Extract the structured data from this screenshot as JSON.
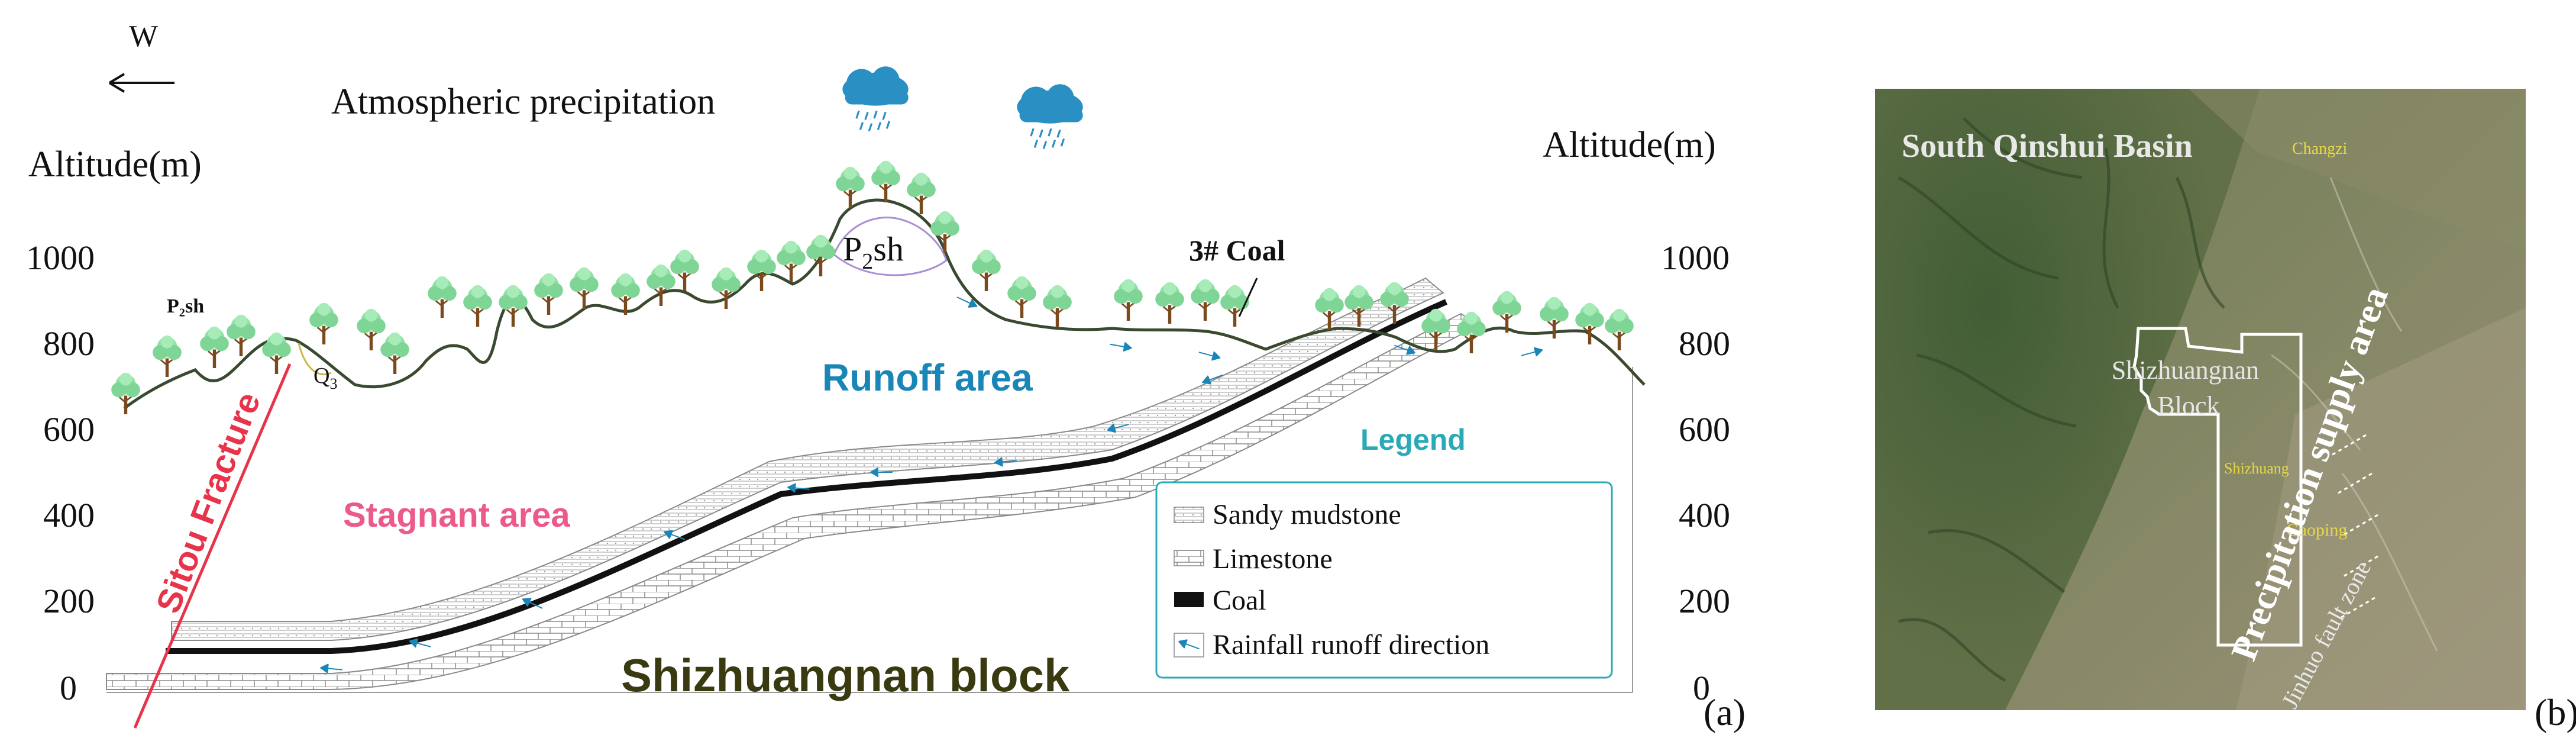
{
  "panel_a": {
    "direction_label": "W",
    "precipitation_label": "Atmospheric precipitation",
    "left_axis_title": "Altitude(m)",
    "right_axis_title": "Altitude(m)",
    "ticks": [
      "1000",
      "800",
      "600",
      "400",
      "200",
      "0"
    ],
    "strata_label_left": "P₂sh",
    "strata_label_peak_main": "P",
    "strata_label_peak_sub": "2",
    "strata_label_peak_tail": "sh",
    "quaternary_label_main": "Q",
    "quaternary_label_sub": "3",
    "coal_label": "3# Coal",
    "runoff_area_label": "Runoff area",
    "stagnant_area_label": "Stagnant area",
    "fracture_label": "Sitou Fracture",
    "block_label": "Shizhuangnan block",
    "legend": {
      "title": "Legend",
      "items": [
        {
          "label": "Sandy mudstone",
          "icon": "sandy-mudstone-swatch"
        },
        {
          "label": "Limestone",
          "icon": "limestone-swatch"
        },
        {
          "label": "Coal",
          "icon": "coal-swatch"
        },
        {
          "label": "Rainfall runoff direction",
          "icon": "runoff-arrow-icon"
        }
      ]
    },
    "panel_tag": "(a)",
    "colors": {
      "runoff_blue": "#1a86b8",
      "stagnant_pink": "#ec5a8a",
      "fracture_red": "#e8344a",
      "block_green": "#3a3a10",
      "tree_green": "#7ed99a",
      "legend_border": "#2aa9b8"
    }
  },
  "panel_b": {
    "basin_label": "South Qinshui Basin",
    "town_changzi": "Changzi",
    "block_label_line1": "Shizhuangnan",
    "block_label_line2": "Block",
    "town_shizhuang": "Shizhuang",
    "town_gaoping": "Gaoping",
    "fault_label": "Jinhuo fault zone",
    "supply_label": "Precipitation supply area",
    "panel_tag": "(b)"
  }
}
